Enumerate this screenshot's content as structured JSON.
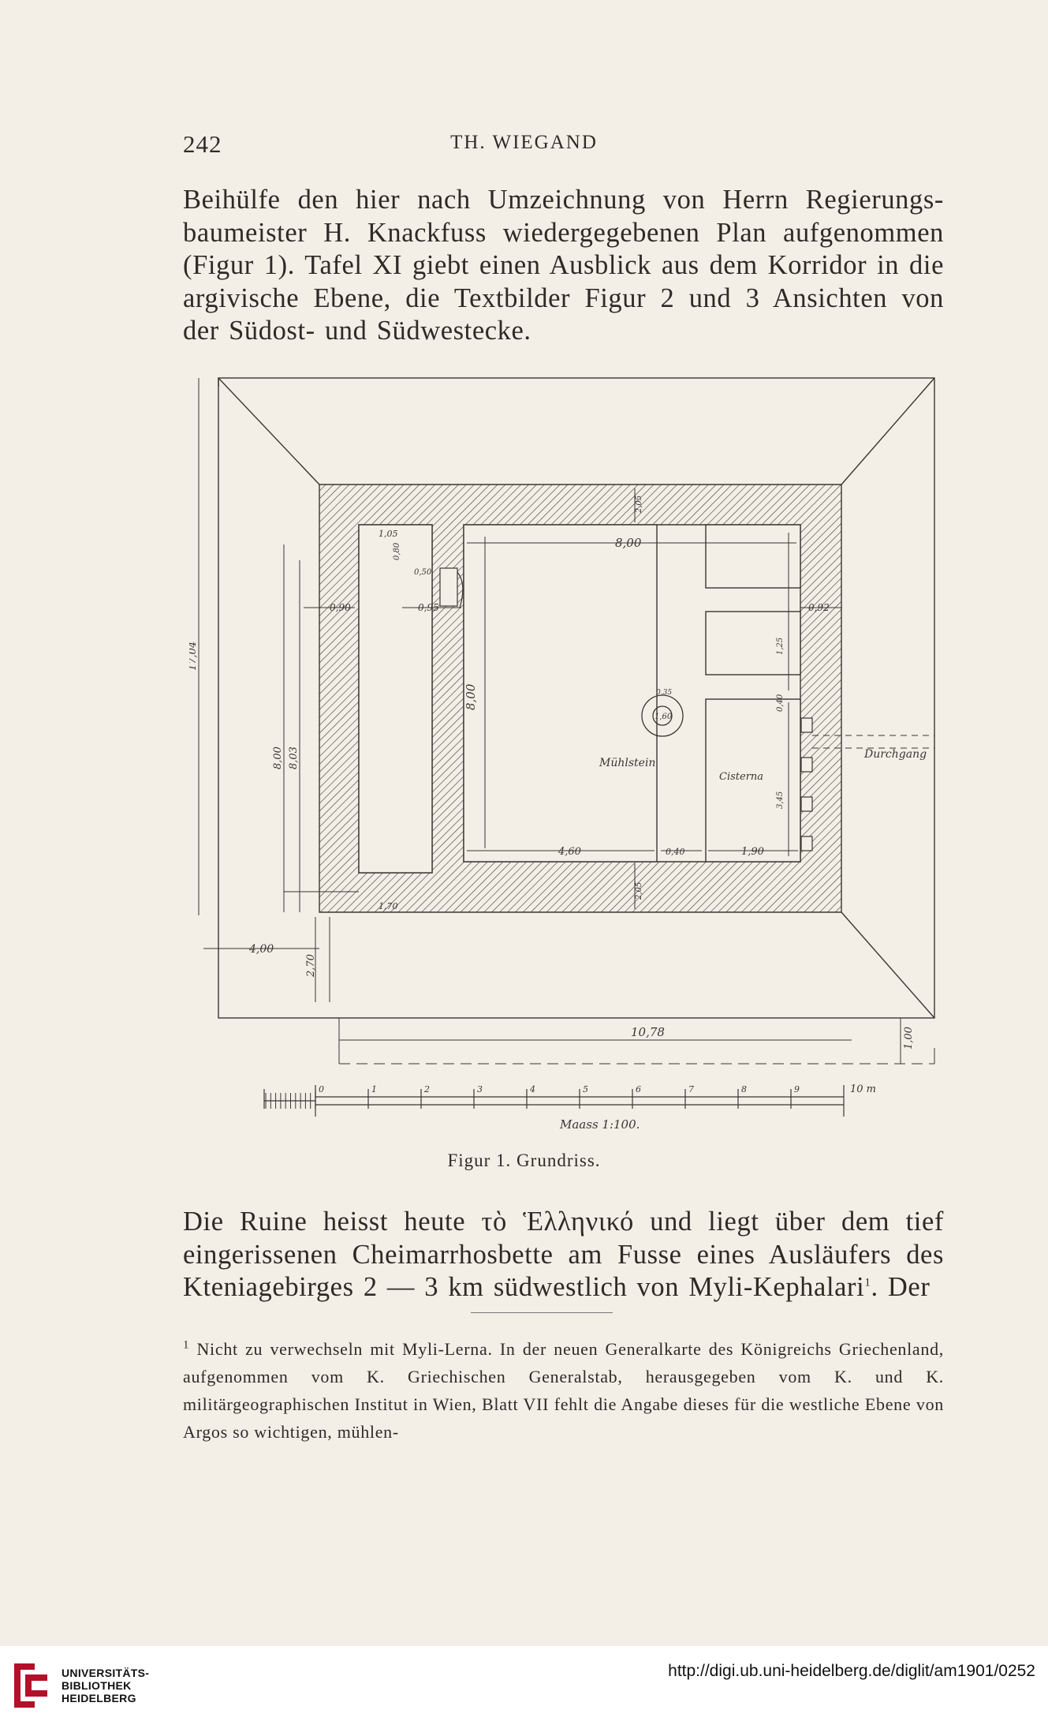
{
  "header": {
    "page_number": "242",
    "running_title": "TH. WIEGAND"
  },
  "paragraphs": [
    "Beihülfe den hier nach Umzeichnung von Herrn Regierungs-baumeister H. Knackfuss wiedergegebenen Plan aufgenommen (Figur 1). Tafel XI giebt einen Ausblick aus dem Korridor in die argivische Ebene, die Textbilder Figur 2 und 3 Ansichten von der Südost- und Südwestecke.",
    "Die Ruine heisst heute τὸ Ἑλληνικό und liegt über dem tief eingerissenen Cheimarrhosbette am Fusse eines Ausläufers des Kteniagebirges 2 — 3 km südwestlich von Myli-Kephalari"
  ],
  "paragraph2_tail": {
    "ref": "1",
    "text": ". Der"
  },
  "figure": {
    "caption": "Figur 1. Grundriss.",
    "labels": {
      "dim_800_top": "8,00",
      "dim_800_mid": "8,00",
      "dim_800_left_a": "8,00",
      "dim_800_left_b": "8,03",
      "dim_1704": "17,04",
      "dim_1078": "10,78",
      "dim_400": "4,00",
      "dim_270": "2,70",
      "dim_100": "1,00",
      "dim_460": "4,60",
      "dim_190": "1,90",
      "dim_040": "0,40",
      "dim_170": "1,70",
      "dim_105": "1,05",
      "dim_050": "0,50",
      "dim_080": "0,80",
      "dim_090": "0,90",
      "dim_095": "0,95",
      "dim_092": "0,92",
      "dim_125": "1,25",
      "dim_040b": "0,40",
      "dim_345": "3,45",
      "dim_035": "0,35",
      "dim_160": "1,60",
      "dim_205a": "2,05",
      "dim_205b": "2,05",
      "label_muehlstein": "Mühlstein",
      "label_cisterna": "Cisterna",
      "label_durchgang": "Durchgang",
      "scale_text": "Maass 1:100.",
      "scale_unit": "10 m",
      "scale_ticks": [
        "0",
        "1",
        "2",
        "3",
        "4",
        "5",
        "6",
        "7",
        "8",
        "9"
      ]
    }
  },
  "footnote": {
    "marker": "1",
    "text": "Nicht zu verwechseln mit Myli-Lerna. In der neuen Generalkarte des Königreichs Griechenland, aufgenommen vom K. Griechischen Generalstab, herausgegeben vom K. und K. militärgeographischen Institut in Wien, Blatt VII fehlt die Angabe dieses für die westliche Ebene von Argos so wichtigen, mühlen-"
  },
  "footer": {
    "library_name": [
      "UNIVERSITÄTS-",
      "BIBLIOTHEK",
      "HEIDELBERG"
    ],
    "url": "http://digi.ub.uni-heidelberg.de/diglit/am1901/0252"
  },
  "colors": {
    "paper": "#f3efe6",
    "ink": "#2e2b27",
    "library_red": "#b3102a"
  }
}
